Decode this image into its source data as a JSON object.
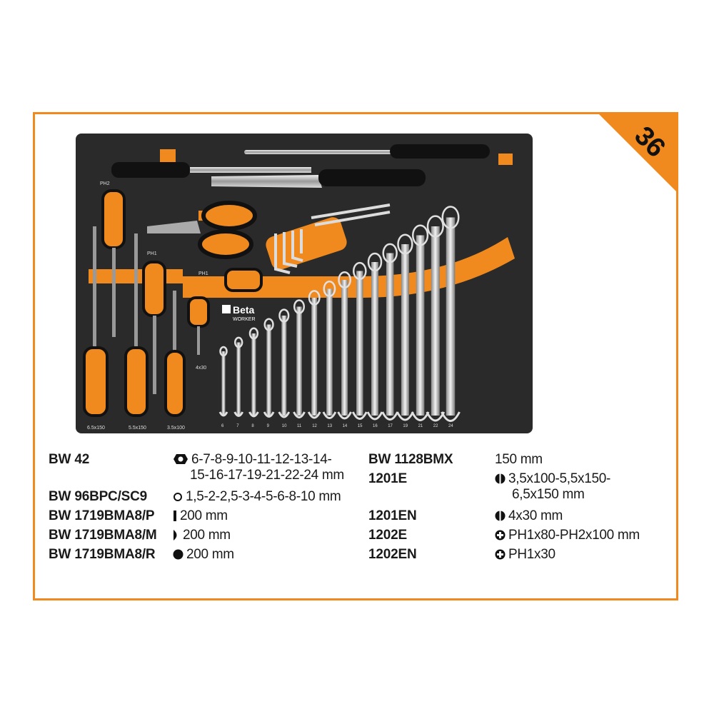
{
  "badge": "36",
  "colors": {
    "accent": "#f08a1e",
    "foam": "#2a2a2a",
    "text": "#1a1a1a"
  },
  "tray": {
    "logo_brand": "Beta",
    "logo_sub": "WORKER",
    "screwdriver_labels": [
      "PH2",
      "PH1",
      "PH1",
      "4x30",
      "6.5x150",
      "5.5x150",
      "3.5x100"
    ],
    "wrench_sizes": [
      "6",
      "7",
      "8",
      "9",
      "10",
      "11",
      "12",
      "13",
      "14",
      "15",
      "16",
      "17",
      "19",
      "21",
      "22",
      "24"
    ]
  },
  "items_left": [
    {
      "code": "BW 42",
      "icon": "hex-nut-icon",
      "desc_lines": [
        "6-7-8-9-10-11-12-13-14-",
        "15-16-17-19-21-22-24 mm"
      ]
    },
    {
      "code": "BW 96BPC/SC9",
      "icon": "ring-icon",
      "desc_lines": [
        "1,5-2-2,5-3-4-5-6-8-10 mm"
      ]
    },
    {
      "code": "BW 1719BMA8/P",
      "icon": "flat-file-icon",
      "desc_lines": [
        "200 mm"
      ]
    },
    {
      "code": "BW 1719BMA8/M",
      "icon": "half-round-file-icon",
      "desc_lines": [
        "200 mm"
      ]
    },
    {
      "code": "BW 1719BMA8/R",
      "icon": "round-file-icon",
      "desc_lines": [
        "200 mm"
      ]
    }
  ],
  "items_right": [
    {
      "code": "BW 1128BMX",
      "icon": "",
      "desc_lines": [
        "150 mm"
      ]
    },
    {
      "code": "1201E",
      "icon": "flat-screwdriver-icon",
      "desc_lines": [
        "3,5x100-5,5x150-",
        "6,5x150 mm"
      ]
    },
    {
      "code": "1201EN",
      "icon": "flat-screwdriver-icon",
      "desc_lines": [
        "4x30 mm"
      ]
    },
    {
      "code": "1202E",
      "icon": "phillips-icon",
      "desc_lines": [
        "PH1x80-PH2x100 mm"
      ]
    },
    {
      "code": "1202EN",
      "icon": "phillips-icon",
      "desc_lines": [
        "PH1x30"
      ]
    }
  ]
}
